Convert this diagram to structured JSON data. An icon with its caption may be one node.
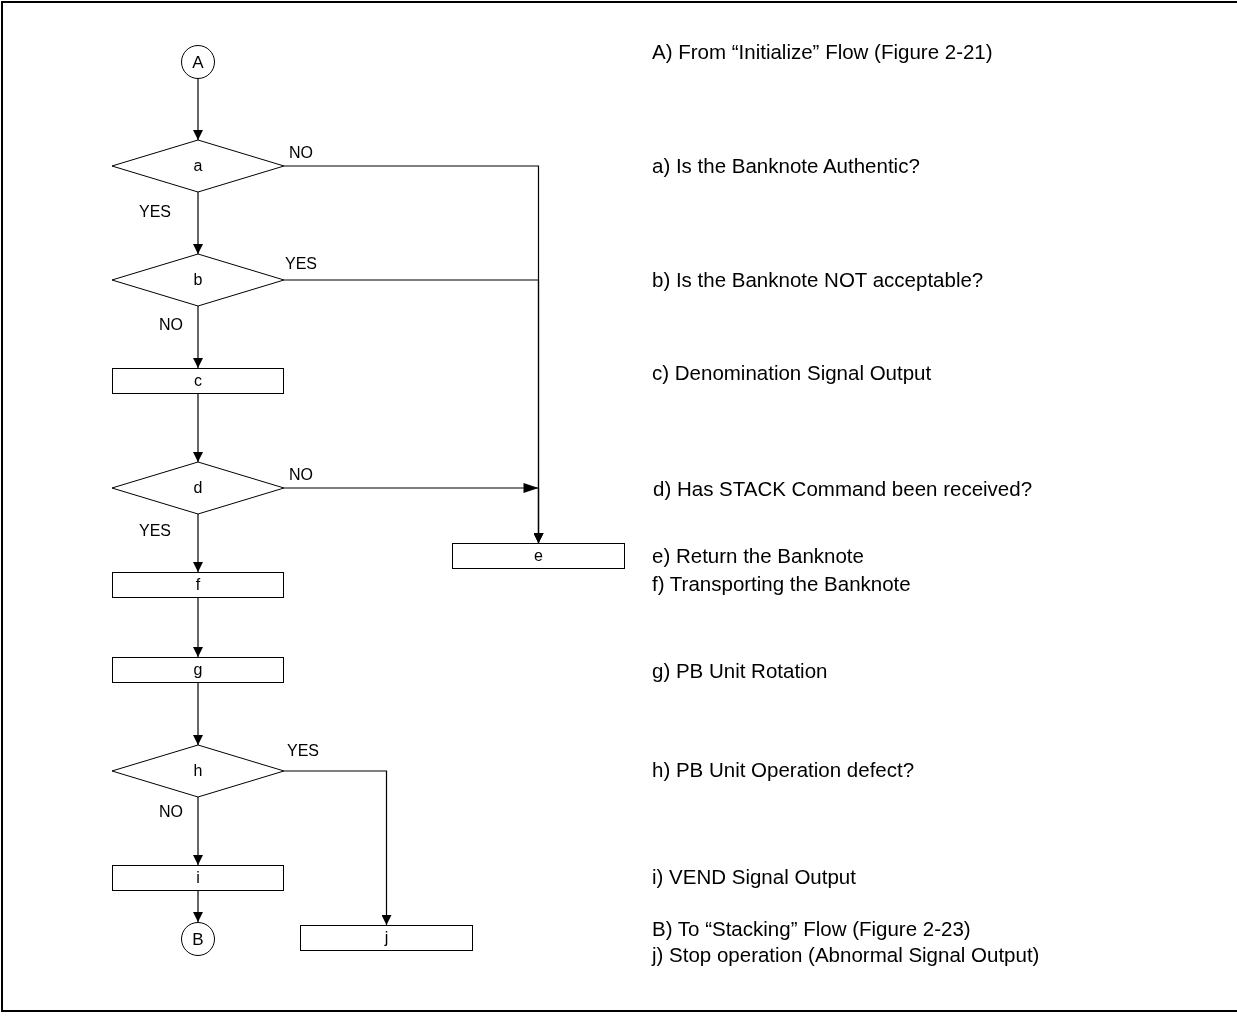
{
  "diagram": {
    "nodes": [
      {
        "text": [
          "A"
        ]
      },
      {
        "text": [
          "a"
        ]
      },
      {
        "text": [
          "b"
        ]
      },
      {
        "text": [
          "c"
        ]
      },
      {
        "text": [
          "d"
        ]
      },
      {
        "text": [
          "e"
        ]
      },
      {
        "text": [
          "f"
        ]
      },
      {
        "text": [
          "g"
        ]
      },
      {
        "text": [
          "h"
        ]
      },
      {
        "text": [
          "i"
        ]
      },
      {
        "text": [
          "B"
        ]
      },
      {
        "text": [
          "j"
        ]
      }
    ],
    "edges": [
      {
        "from": 0,
        "to": 1,
        "arrow": "to"
      },
      {
        "from": 1,
        "to": 5,
        "arrow": "to",
        "label": "NO"
      },
      {
        "from": 1,
        "to": 2,
        "arrow": "to",
        "label": "YES"
      },
      {
        "from": 2,
        "to": 5,
        "arrow": "to",
        "label": "YES"
      },
      {
        "from": 2,
        "to": 3,
        "arrow": "to",
        "label": "NO"
      },
      {
        "from": 3,
        "to": 4,
        "arrow": "to"
      },
      {
        "from": 4,
        "to": 5,
        "arrow": "to",
        "label": "NO"
      },
      {
        "from": 4,
        "to": 6,
        "arrow": "to",
        "label": "YES"
      },
      {
        "from": 6,
        "to": 7,
        "arrow": "to"
      },
      {
        "from": 7,
        "to": 8,
        "arrow": "to"
      },
      {
        "from": 8,
        "to": 11,
        "arrow": "to",
        "label": "YES"
      },
      {
        "from": 8,
        "to": 9,
        "arrow": "to",
        "label": "NO"
      },
      {
        "from": 9,
        "to": 10,
        "arrow": "to"
      }
    ],
    "labels": [
      "A) From “Initialize” Flow (Figure 2-21)",
      "a) Is the Banknote Authentic?",
      "b) Is the Banknote NOT acceptable?",
      "c) Denomination Signal Output",
      "d) Has STACK Command been received?",
      "e) Return the Banknote",
      "f) Transporting the Banknote",
      "g) PB Unit Rotation",
      "h) PB Unit Operation defect?",
      "i) VEND Signal Output",
      "B) To “Stacking” Flow (Figure 2-23)",
      "j) Stop operation (Abnormal Signal Output)"
    ]
  }
}
